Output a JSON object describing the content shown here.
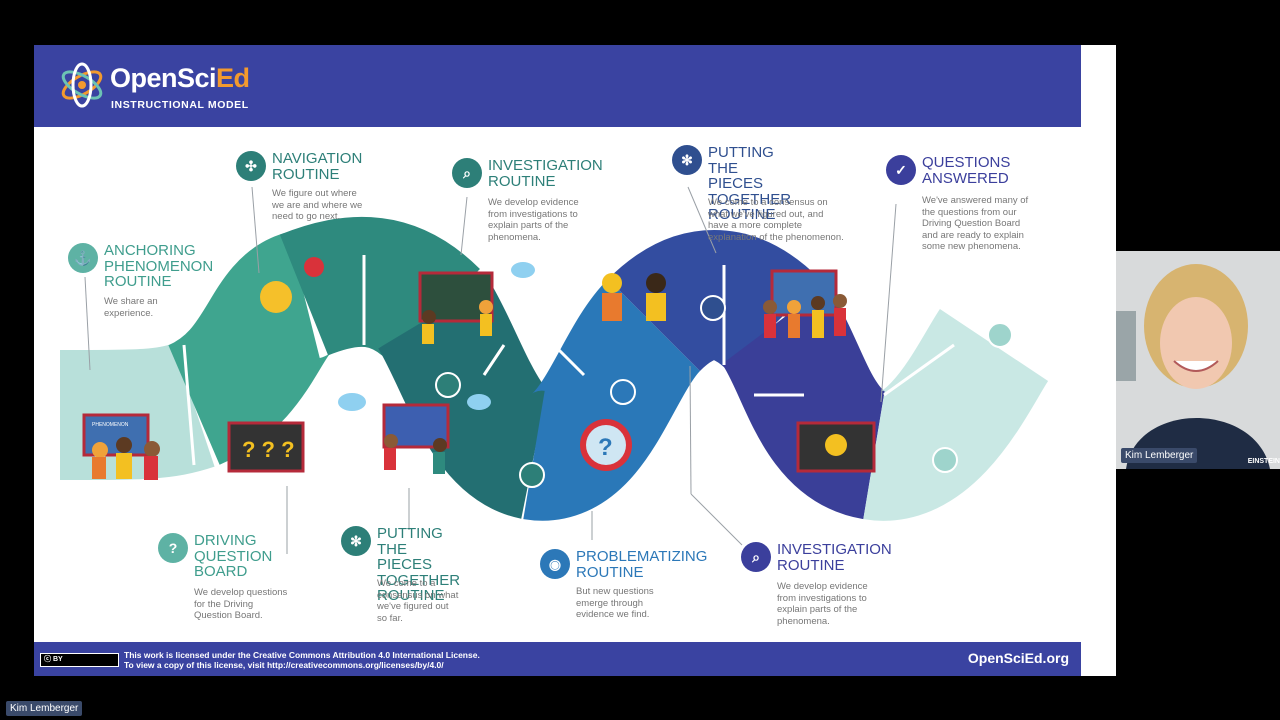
{
  "logo": {
    "open": "OpenSci",
    "ed": "Ed",
    "subtitle": "INSTRUCTIONAL MODEL"
  },
  "steps": [
    {
      "title": "ANCHORING\nPHENOMENON\nROUTINE",
      "desc": "We share an\nexperience.",
      "icon": "anchor-icon"
    },
    {
      "title": "NAVIGATION\nROUTINE",
      "desc": "We figure out where\nwe are and where we\nneed to go next.",
      "icon": "compass-icon"
    },
    {
      "title": "INVESTIGATION\nROUTINE",
      "desc": "We develop evidence\nfrom investigations to\nexplain parts of the\nphenomena.",
      "icon": "magnifier-icon"
    },
    {
      "title": "PUTTING THE\nPIECES TOGETHER\nROUTINE",
      "desc": "We come to a consensus on\nwhat we've figured out, and\nhave a more complete\nexplanation of the phenomenon.",
      "icon": "puzzle-icon"
    },
    {
      "title": "QUESTIONS\nANSWERED",
      "desc": "We've answered many of\nthe questions from our\nDriving Question Board\nand are ready to explain\nsome new phenomena.",
      "icon": "checkmark-icon"
    },
    {
      "title": "DRIVING\nQUESTION\nBOARD",
      "desc": "We develop questions\nfor the Driving\nQuestion Board.",
      "icon": "question-icon"
    },
    {
      "title": "PUTTING THE\nPIECES TOGETHER\nROUTINE",
      "desc": "We come to a\nconsensus on what\nwe've figured out\nso far.",
      "icon": "puzzle-icon"
    },
    {
      "title": "PROBLEMATIZING\nROUTINE",
      "desc": "But new questions\nemerge through\nevidence we find.",
      "icon": "eye-icon"
    },
    {
      "title": "INVESTIGATION\nROUTINE",
      "desc": "We develop evidence\nfrom investigations to\nexplain parts of the\nphenomena.",
      "icon": "magnifier-icon"
    }
  ],
  "board_label": "PHENOMENON",
  "footer": {
    "cc": "BY",
    "license": "This work is licensed under the Creative Commons Attribution 4.0 International License.\nTo view a copy of this license, visit http://creativecommons.org/licenses/by/4.0/",
    "site": "OpenSciEd.org"
  },
  "video": {
    "participant": "Kim Lemberger",
    "badge": "EINSTEIN"
  },
  "self_label": "Kim Lemberger",
  "colors": {
    "header": "#3a43a1",
    "teal": "#5eb2a4",
    "dark_teal": "#2d7f78",
    "blue": "#2c78b8",
    "indigo": "#3b3f9c"
  }
}
